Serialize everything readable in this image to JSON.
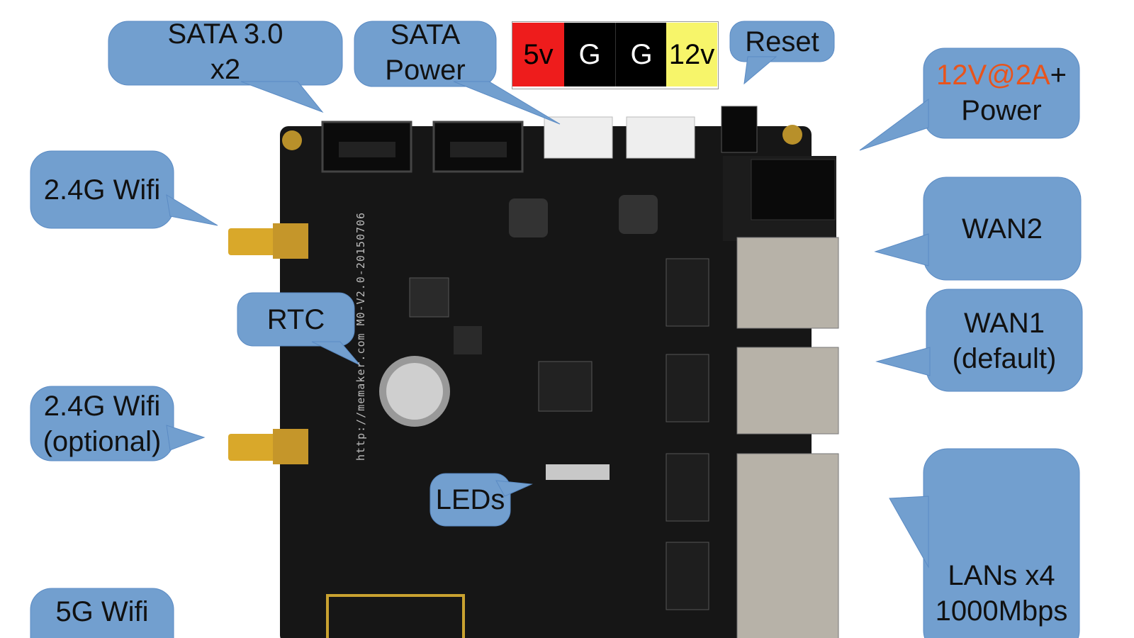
{
  "colors": {
    "callout": "#729fcf",
    "board": "#161616",
    "accent_orange": "#e8541c",
    "pin_5v": "#ee1c1c",
    "pin_g": "#000000",
    "pin_12v": "#f7f56a"
  },
  "silkscreen": "http://memaker.com  M0-V2.0-20150706",
  "power_pinout": [
    {
      "label": "5v"
    },
    {
      "label": "G"
    },
    {
      "label": "G"
    },
    {
      "label": "12v"
    }
  ],
  "callouts": {
    "sata": "SATA 3.0\nx2",
    "sata_power": "SATA\nPower",
    "reset": "Reset",
    "power_voltage": "12V@2A",
    "power_plus": "+",
    "power_word": "Power",
    "wifi_24": "2.4G Wifi",
    "wan2": "WAN2",
    "rtc": "RTC",
    "wan1": "WAN1\n(default)",
    "wifi_24_opt": "2.4G Wifi\n(optional)",
    "leds": "LEDs",
    "lans": "LANs x4\n1000Mbps",
    "wifi_5g": "5G Wifi"
  }
}
